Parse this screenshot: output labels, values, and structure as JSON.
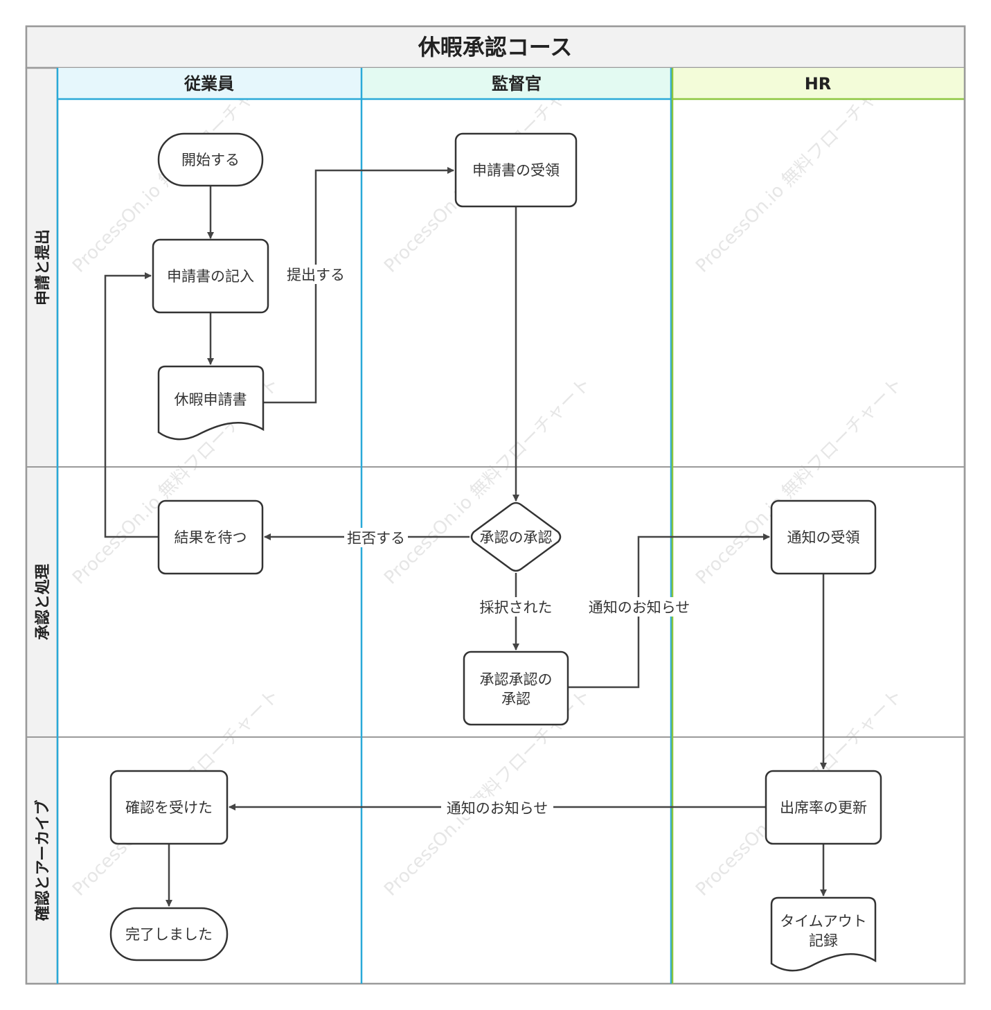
{
  "title": "休暇承認コース",
  "lanes": [
    {
      "id": "employee",
      "label": "従業員",
      "header_bg": "#e6f7fc",
      "line_color": "#29a9d8"
    },
    {
      "id": "supervisor",
      "label": "監督官",
      "header_bg": "#e3faf2",
      "line_color": "#29a9d8"
    },
    {
      "id": "hr",
      "label": "HR",
      "header_bg": "#f3fcd9",
      "line_color": "#8cc63f"
    }
  ],
  "phases": [
    {
      "id": "apply",
      "label": "申請と提出"
    },
    {
      "id": "approve",
      "label": "承認と処理"
    },
    {
      "id": "confirm",
      "label": "確認とアーカイブ"
    }
  ],
  "nodes": {
    "start": {
      "label": "開始する",
      "shape": "terminal"
    },
    "fill_form": {
      "label": "申請書の記入",
      "shape": "process"
    },
    "leave_form": {
      "label": "休暇申請書",
      "shape": "document"
    },
    "receive_form": {
      "label": "申請書の受領",
      "shape": "process"
    },
    "approve_decision": {
      "label": "承認の承認",
      "shape": "decision"
    },
    "wait_result": {
      "label": "結果を待つ",
      "shape": "process"
    },
    "approved_approval": {
      "label": "承認承認の\n承認",
      "shape": "process"
    },
    "receive_notice": {
      "label": "通知の受領",
      "shape": "process"
    },
    "update_attendance": {
      "label": "出席率の更新",
      "shape": "process"
    },
    "timeout_record": {
      "label": "タイムアウト\n記録",
      "shape": "document"
    },
    "confirmed": {
      "label": "確認を受けた",
      "shape": "process"
    },
    "done": {
      "label": "完了しました",
      "shape": "terminal"
    }
  },
  "edge_labels": {
    "submit": "提出する",
    "reject": "拒否する",
    "accepted": "採択された",
    "notify_hr": "通知のお知らせ",
    "notify_employee": "通知のお知らせ"
  },
  "watermark": "ProcessOn.io 無料フローチャート"
}
